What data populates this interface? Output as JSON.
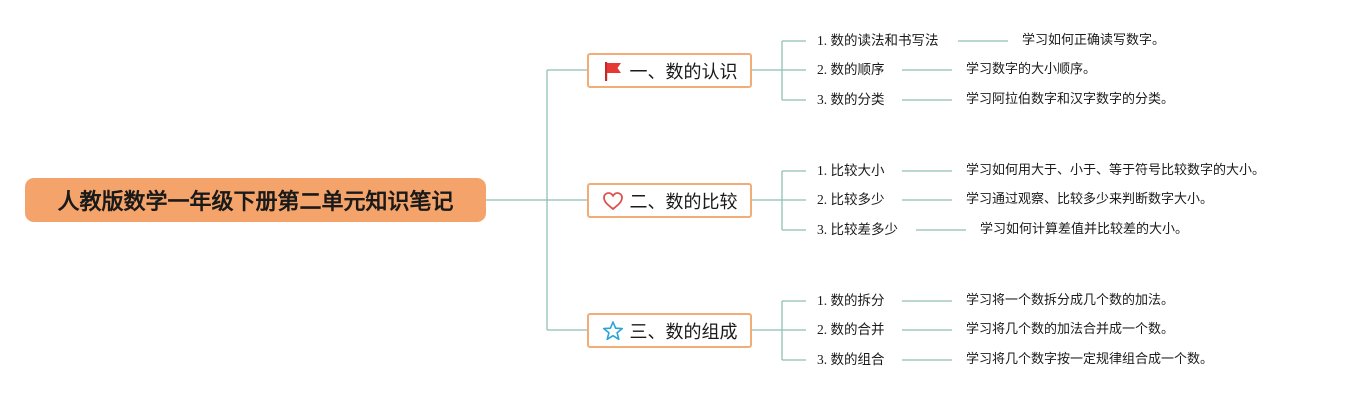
{
  "root": {
    "label": "人教版数学一年级下册第二单元知识笔记"
  },
  "colors": {
    "line": "#8fbfb3",
    "root_fill": "#f4a46a",
    "branch_border": "#f2ac78",
    "flag": "#e53935",
    "heart": "#d9534f",
    "star": "#29a3d9"
  },
  "branches": [
    {
      "label": "一、数的认识",
      "icon": "flag-icon",
      "items": [
        {
          "label": "1. 数的读法和书写法",
          "note": "学习如何正确读写数字。"
        },
        {
          "label": "2. 数的顺序",
          "note": "学习数字的大小顺序。"
        },
        {
          "label": "3. 数的分类",
          "note": "学习阿拉伯数字和汉字数字的分类。"
        }
      ]
    },
    {
      "label": "二、数的比较",
      "icon": "heart-icon",
      "items": [
        {
          "label": "1. 比较大小",
          "note": "学习如何用大于、小于、等于符号比较数字的大小。"
        },
        {
          "label": "2. 比较多少",
          "note": "学习通过观察、比较多少来判断数字大小。"
        },
        {
          "label": "3. 比较差多少",
          "note": "学习如何计算差值并比较差的大小。"
        }
      ]
    },
    {
      "label": "三、数的组成",
      "icon": "star-icon",
      "items": [
        {
          "label": "1. 数的拆分",
          "note": "学习将一个数拆分成几个数的加法。"
        },
        {
          "label": "2. 数的合并",
          "note": "学习将几个数的加法合并成一个数。"
        },
        {
          "label": "3. 数的组合",
          "note": "学习将几个数字按一定规律组合成一个数。"
        }
      ]
    }
  ]
}
